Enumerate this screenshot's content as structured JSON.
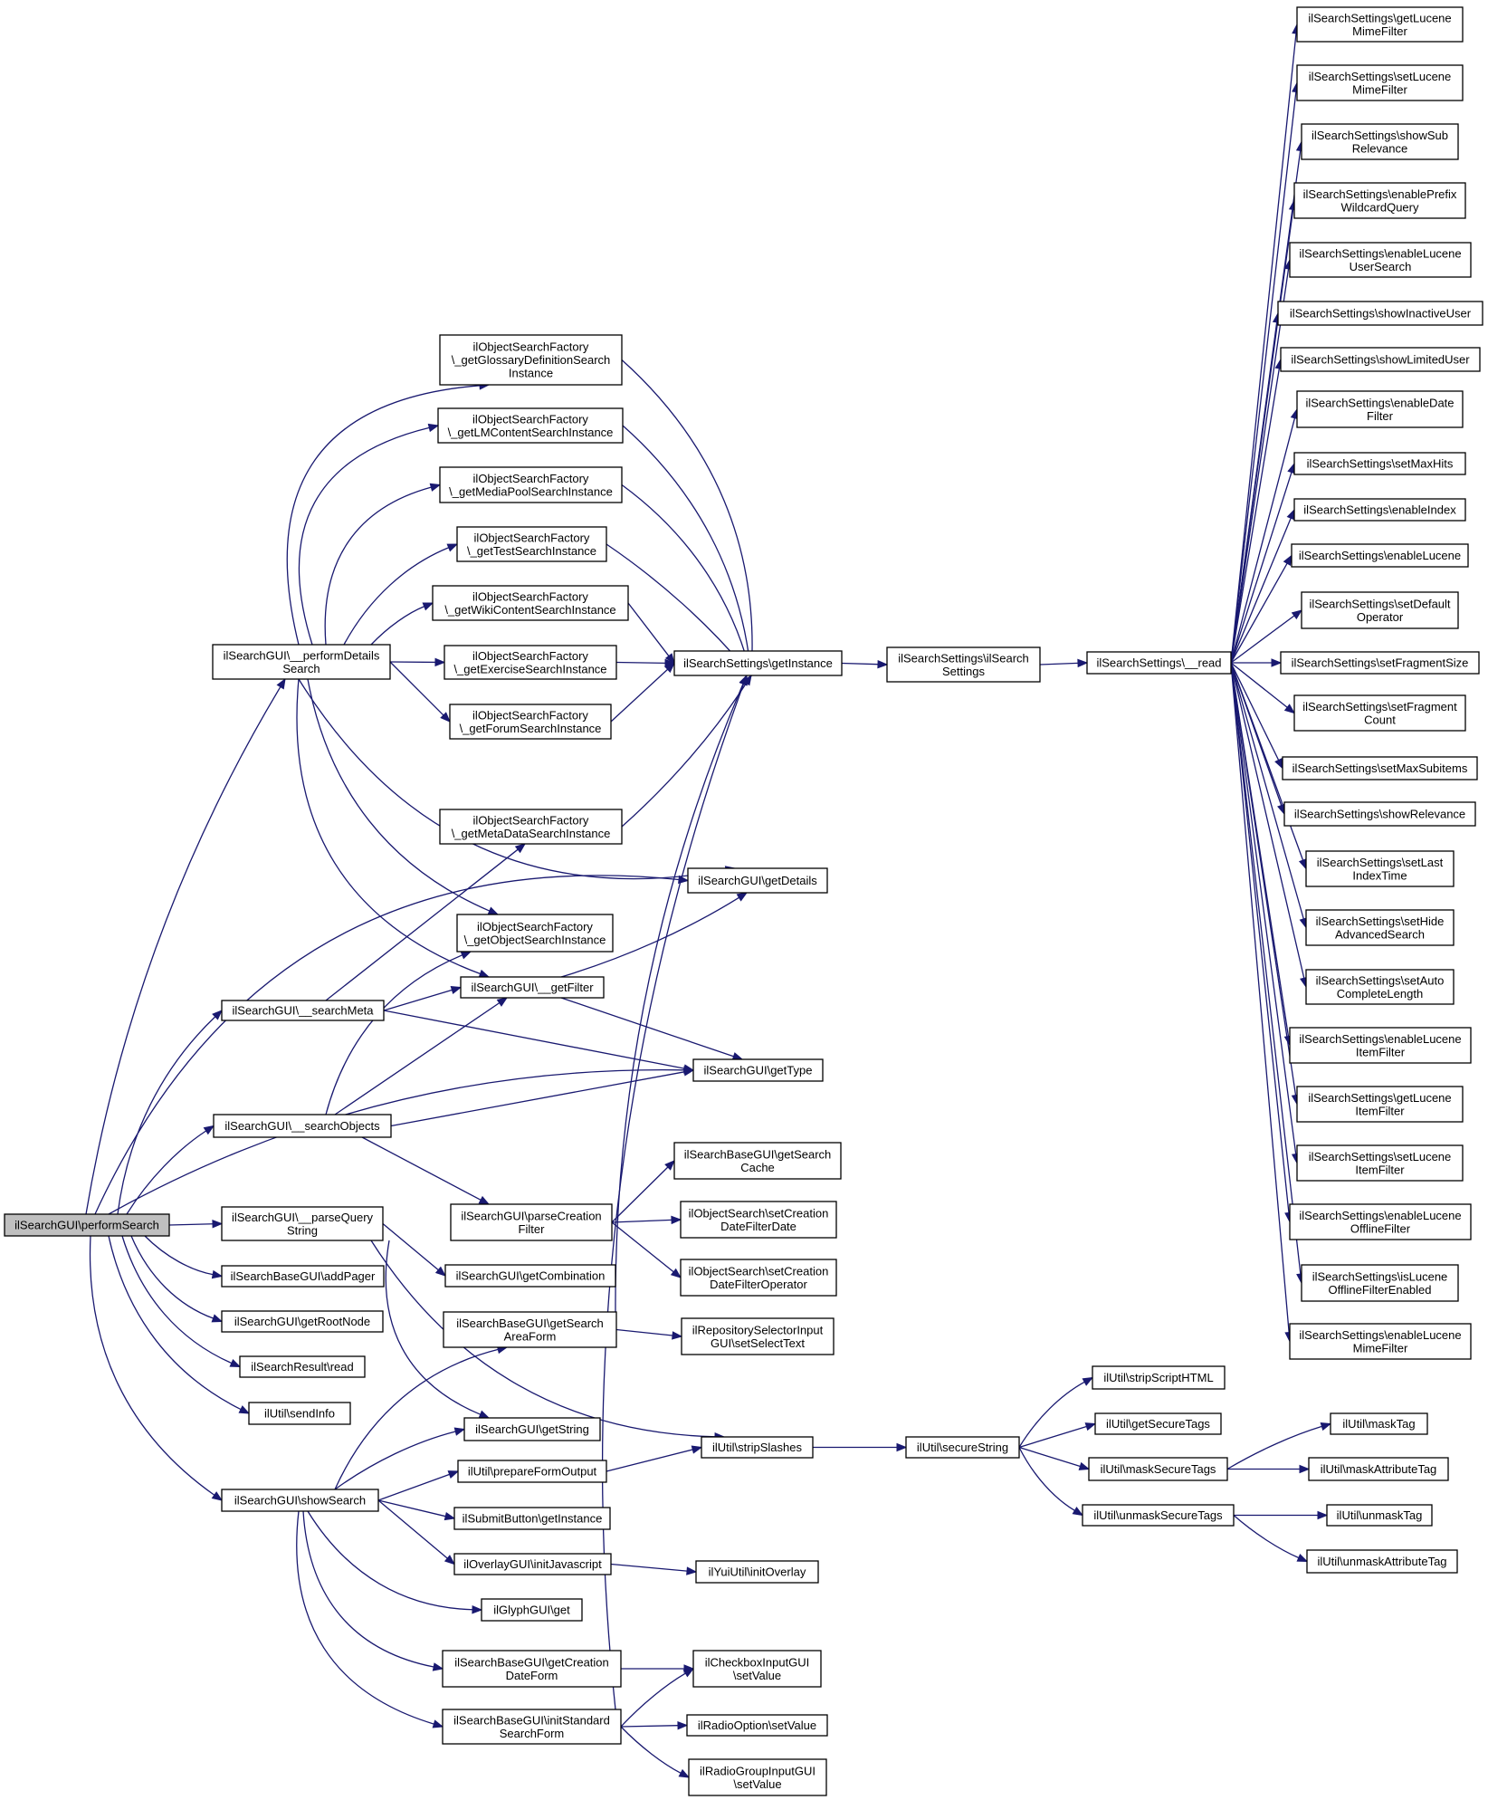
{
  "colors": {
    "edge": "#191970",
    "node_border": "#000000",
    "node_fill": "#ffffff",
    "root_fill": "#bfbfbf"
  },
  "nodes": [
    {
      "id": "perform",
      "lines": [
        "ilSearchGUI\\performSearch"
      ],
      "root": true
    },
    {
      "id": "perfDetails",
      "lines": [
        "ilSearchGUI\\__performDetails",
        "Search"
      ]
    },
    {
      "id": "searchMeta",
      "lines": [
        "ilSearchGUI\\__searchMeta"
      ]
    },
    {
      "id": "searchObjects",
      "lines": [
        "ilSearchGUI\\__searchObjects"
      ]
    },
    {
      "id": "parseQuery",
      "lines": [
        "ilSearchGUI\\__parseQuery",
        "String"
      ]
    },
    {
      "id": "addPager",
      "lines": [
        "ilSearchBaseGUI\\addPager"
      ]
    },
    {
      "id": "getRootNode",
      "lines": [
        "ilSearchGUI\\getRootNode"
      ]
    },
    {
      "id": "resultRead",
      "lines": [
        "ilSearchResult\\read"
      ]
    },
    {
      "id": "sendInfo",
      "lines": [
        "ilUtil\\sendInfo"
      ]
    },
    {
      "id": "showSearch",
      "lines": [
        "ilSearchGUI\\showSearch"
      ]
    },
    {
      "id": "glossary",
      "lines": [
        "ilObjectSearchFactory",
        "\\_getGlossaryDefinitionSearch",
        "Instance"
      ]
    },
    {
      "id": "lmContent",
      "lines": [
        "ilObjectSearchFactory",
        "\\_getLMContentSearchInstance"
      ]
    },
    {
      "id": "mediaPool",
      "lines": [
        "ilObjectSearchFactory",
        "\\_getMediaPoolSearchInstance"
      ]
    },
    {
      "id": "testSearch",
      "lines": [
        "ilObjectSearchFactory",
        "\\_getTestSearchInstance"
      ]
    },
    {
      "id": "wikiContent",
      "lines": [
        "ilObjectSearchFactory",
        "\\_getWikiContentSearchInstance"
      ]
    },
    {
      "id": "exercise",
      "lines": [
        "ilObjectSearchFactory",
        "\\_getExerciseSearchInstance"
      ]
    },
    {
      "id": "forum",
      "lines": [
        "ilObjectSearchFactory",
        "\\_getForumSearchInstance"
      ]
    },
    {
      "id": "metaData",
      "lines": [
        "ilObjectSearchFactory",
        "\\_getMetaDataSearchInstance"
      ]
    },
    {
      "id": "objectSearch",
      "lines": [
        "ilObjectSearchFactory",
        "\\_getObjectSearchInstance"
      ]
    },
    {
      "id": "getFilter",
      "lines": [
        "ilSearchGUI\\__getFilter"
      ]
    },
    {
      "id": "parseCreation",
      "lines": [
        "ilSearchGUI\\parseCreation",
        "Filter"
      ]
    },
    {
      "id": "getCombination",
      "lines": [
        "ilSearchGUI\\getCombination"
      ]
    },
    {
      "id": "getSearchAreaForm",
      "lines": [
        "ilSearchBaseGUI\\getSearch",
        "AreaForm"
      ]
    },
    {
      "id": "getString",
      "lines": [
        "ilSearchGUI\\getString"
      ]
    },
    {
      "id": "prepareFormOutput",
      "lines": [
        "ilUtil\\prepareFormOutput"
      ]
    },
    {
      "id": "submitButton",
      "lines": [
        "ilSubmitButton\\getInstance"
      ]
    },
    {
      "id": "overlayJs",
      "lines": [
        "ilOverlayGUI\\initJavascript"
      ]
    },
    {
      "id": "glyph",
      "lines": [
        "ilGlyphGUI\\get"
      ]
    },
    {
      "id": "getCreationDateForm",
      "lines": [
        "ilSearchBaseGUI\\getCreation",
        "DateForm"
      ]
    },
    {
      "id": "initStandard",
      "lines": [
        "ilSearchBaseGUI\\initStandard",
        "SearchForm"
      ]
    },
    {
      "id": "getInstance",
      "lines": [
        "ilSearchSettings\\getInstance"
      ]
    },
    {
      "id": "getDetails",
      "lines": [
        "ilSearchGUI\\getDetails"
      ]
    },
    {
      "id": "getType",
      "lines": [
        "ilSearchGUI\\getType"
      ]
    },
    {
      "id": "getSearchCache",
      "lines": [
        "ilSearchBaseGUI\\getSearch",
        "Cache"
      ]
    },
    {
      "id": "setCreationDate",
      "lines": [
        "ilObjectSearch\\setCreation",
        "DateFilterDate"
      ]
    },
    {
      "id": "setCreationOp",
      "lines": [
        "ilObjectSearch\\setCreation",
        "DateFilterOperator"
      ]
    },
    {
      "id": "repoSelector",
      "lines": [
        "ilRepositorySelectorInput",
        "GUI\\setSelectText"
      ]
    },
    {
      "id": "stripSlashes",
      "lines": [
        "ilUtil\\stripSlashes"
      ]
    },
    {
      "id": "initOverlay",
      "lines": [
        "ilYuiUtil\\initOverlay"
      ]
    },
    {
      "id": "checkbox",
      "lines": [
        "ilCheckboxInputGUI",
        "\\setValue"
      ]
    },
    {
      "id": "radioOption",
      "lines": [
        "ilRadioOption\\setValue"
      ]
    },
    {
      "id": "radioGroup",
      "lines": [
        "ilRadioGroupInputGUI",
        "\\setValue"
      ]
    },
    {
      "id": "settingsCtor",
      "lines": [
        "ilSearchSettings\\ilSearch",
        "Settings"
      ]
    },
    {
      "id": "read",
      "lines": [
        "ilSearchSettings\\__read"
      ]
    },
    {
      "id": "secureString",
      "lines": [
        "ilUtil\\secureString"
      ]
    },
    {
      "id": "stripScript",
      "lines": [
        "ilUtil\\stripScriptHTML"
      ]
    },
    {
      "id": "getSecureTags",
      "lines": [
        "ilUtil\\getSecureTags"
      ]
    },
    {
      "id": "maskSecure",
      "lines": [
        "ilUtil\\maskSecureTags"
      ]
    },
    {
      "id": "unmaskSecure",
      "lines": [
        "ilUtil\\unmaskSecureTags"
      ]
    },
    {
      "id": "maskTag",
      "lines": [
        "ilUtil\\maskTag"
      ]
    },
    {
      "id": "maskAttr",
      "lines": [
        "ilUtil\\maskAttributeTag"
      ]
    },
    {
      "id": "unmaskTag",
      "lines": [
        "ilUtil\\unmaskTag"
      ]
    },
    {
      "id": "unmaskAttr",
      "lines": [
        "ilUtil\\unmaskAttributeTag"
      ]
    },
    {
      "id": "getLuceneMime",
      "lines": [
        "ilSearchSettings\\getLucene",
        "MimeFilter"
      ]
    },
    {
      "id": "setLuceneMime",
      "lines": [
        "ilSearchSettings\\setLucene",
        "MimeFilter"
      ]
    },
    {
      "id": "showSubRel",
      "lines": [
        "ilSearchSettings\\showSub",
        "Relevance"
      ]
    },
    {
      "id": "enablePrefix",
      "lines": [
        "ilSearchSettings\\enablePrefix",
        "WildcardQuery"
      ]
    },
    {
      "id": "enableLuceneUser",
      "lines": [
        "ilSearchSettings\\enableLucene",
        "UserSearch"
      ]
    },
    {
      "id": "showInactive",
      "lines": [
        "ilSearchSettings\\showInactiveUser"
      ]
    },
    {
      "id": "showLimited",
      "lines": [
        "ilSearchSettings\\showLimitedUser"
      ]
    },
    {
      "id": "enableDate",
      "lines": [
        "ilSearchSettings\\enableDate",
        "Filter"
      ]
    },
    {
      "id": "setMaxHits",
      "lines": [
        "ilSearchSettings\\setMaxHits"
      ]
    },
    {
      "id": "enableIndex",
      "lines": [
        "ilSearchSettings\\enableIndex"
      ]
    },
    {
      "id": "enableLucene",
      "lines": [
        "ilSearchSettings\\enableLucene"
      ]
    },
    {
      "id": "setDefaultOp",
      "lines": [
        "ilSearchSettings\\setDefault",
        "Operator"
      ]
    },
    {
      "id": "setFragSize",
      "lines": [
        "ilSearchSettings\\setFragmentSize"
      ]
    },
    {
      "id": "setFragCount",
      "lines": [
        "ilSearchSettings\\setFragment",
        "Count"
      ]
    },
    {
      "id": "setMaxSub",
      "lines": [
        "ilSearchSettings\\setMaxSubitems"
      ]
    },
    {
      "id": "showRel",
      "lines": [
        "ilSearchSettings\\showRelevance"
      ]
    },
    {
      "id": "setLastIndex",
      "lines": [
        "ilSearchSettings\\setLast",
        "IndexTime"
      ]
    },
    {
      "id": "setHideAdv",
      "lines": [
        "ilSearchSettings\\setHide",
        "AdvancedSearch"
      ]
    },
    {
      "id": "setAutoComplete",
      "lines": [
        "ilSearchSettings\\setAuto",
        "CompleteLength"
      ]
    },
    {
      "id": "enableLuceneItem",
      "lines": [
        "ilSearchSettings\\enableLucene",
        "ItemFilter"
      ]
    },
    {
      "id": "getLuceneItem",
      "lines": [
        "ilSearchSettings\\getLucene",
        "ItemFilter"
      ]
    },
    {
      "id": "setLuceneItem",
      "lines": [
        "ilSearchSettings\\setLucene",
        "ItemFilter"
      ]
    },
    {
      "id": "enableLuceneOffline",
      "lines": [
        "ilSearchSettings\\enableLucene",
        "OfflineFilter"
      ]
    },
    {
      "id": "isLuceneOffline",
      "lines": [
        "ilSearchSettings\\isLucene",
        "OfflineFilterEnabled"
      ]
    },
    {
      "id": "enableLuceneMime",
      "lines": [
        "ilSearchSettings\\enableLucene",
        "MimeFilter"
      ]
    }
  ],
  "edges": [
    [
      "perform",
      "perfDetails"
    ],
    [
      "perform",
      "getDetails"
    ],
    [
      "perform",
      "searchMeta"
    ],
    [
      "perform",
      "searchObjects"
    ],
    [
      "perform",
      "getType"
    ],
    [
      "perform",
      "parseQuery"
    ],
    [
      "perform",
      "addPager"
    ],
    [
      "perform",
      "getRootNode"
    ],
    [
      "perform",
      "resultRead"
    ],
    [
      "perform",
      "sendInfo"
    ],
    [
      "perform",
      "showSearch"
    ],
    [
      "perfDetails",
      "glossary"
    ],
    [
      "perfDetails",
      "lmContent"
    ],
    [
      "perfDetails",
      "mediaPool"
    ],
    [
      "perfDetails",
      "testSearch"
    ],
    [
      "perfDetails",
      "wikiContent"
    ],
    [
      "perfDetails",
      "exercise"
    ],
    [
      "perfDetails",
      "forum"
    ],
    [
      "perfDetails",
      "getDetails"
    ],
    [
      "perfDetails",
      "objectSearch"
    ],
    [
      "perfDetails",
      "getFilter"
    ],
    [
      "glossary",
      "getInstance"
    ],
    [
      "lmContent",
      "getInstance"
    ],
    [
      "mediaPool",
      "getInstance"
    ],
    [
      "testSearch",
      "getInstance"
    ],
    [
      "wikiContent",
      "getInstance"
    ],
    [
      "exercise",
      "getInstance"
    ],
    [
      "forum",
      "getInstance"
    ],
    [
      "metaData",
      "getInstance"
    ],
    [
      "searchMeta",
      "metaData"
    ],
    [
      "searchMeta",
      "getFilter"
    ],
    [
      "searchMeta",
      "getType"
    ],
    [
      "searchObjects",
      "objectSearch"
    ],
    [
      "searchObjects",
      "getFilter"
    ],
    [
      "searchObjects",
      "getType"
    ],
    [
      "searchObjects",
      "parseCreation"
    ],
    [
      "getFilter",
      "getDetails"
    ],
    [
      "getFilter",
      "getType"
    ],
    [
      "parseCreation",
      "getSearchCache"
    ],
    [
      "parseCreation",
      "setCreationDate"
    ],
    [
      "parseCreation",
      "setCreationOp"
    ],
    [
      "parseQuery",
      "getCombination"
    ],
    [
      "parseQuery",
      "stripSlashes"
    ],
    [
      "parseQuery",
      "getString"
    ],
    [
      "getSearchAreaForm",
      "getInstance"
    ],
    [
      "getSearchAreaForm",
      "repoSelector"
    ],
    [
      "showSearch",
      "getSearchAreaForm"
    ],
    [
      "showSearch",
      "getString"
    ],
    [
      "showSearch",
      "prepareFormOutput"
    ],
    [
      "showSearch",
      "submitButton"
    ],
    [
      "showSearch",
      "overlayJs"
    ],
    [
      "showSearch",
      "glyph"
    ],
    [
      "showSearch",
      "getCreationDateForm"
    ],
    [
      "showSearch",
      "initStandard"
    ],
    [
      "prepareFormOutput",
      "stripSlashes"
    ],
    [
      "overlayJs",
      "initOverlay"
    ],
    [
      "getCreationDateForm",
      "checkbox"
    ],
    [
      "initStandard",
      "getInstance"
    ],
    [
      "initStandard",
      "checkbox"
    ],
    [
      "initStandard",
      "radioOption"
    ],
    [
      "initStandard",
      "radioGroup"
    ],
    [
      "getInstance",
      "settingsCtor"
    ],
    [
      "settingsCtor",
      "read"
    ],
    [
      "stripSlashes",
      "secureString"
    ],
    [
      "secureString",
      "stripScript"
    ],
    [
      "secureString",
      "getSecureTags"
    ],
    [
      "secureString",
      "maskSecure"
    ],
    [
      "secureString",
      "unmaskSecure"
    ],
    [
      "maskSecure",
      "maskTag"
    ],
    [
      "maskSecure",
      "maskAttr"
    ],
    [
      "unmaskSecure",
      "unmaskTag"
    ],
    [
      "unmaskSecure",
      "unmaskAttr"
    ],
    [
      "read",
      "getLuceneMime"
    ],
    [
      "read",
      "setLuceneMime"
    ],
    [
      "read",
      "showSubRel"
    ],
    [
      "read",
      "enablePrefix"
    ],
    [
      "read",
      "enableLuceneUser"
    ],
    [
      "read",
      "showInactive"
    ],
    [
      "read",
      "showLimited"
    ],
    [
      "read",
      "enableDate"
    ],
    [
      "read",
      "setMaxHits"
    ],
    [
      "read",
      "enableIndex"
    ],
    [
      "read",
      "enableLucene"
    ],
    [
      "read",
      "setDefaultOp"
    ],
    [
      "read",
      "setFragSize"
    ],
    [
      "read",
      "setFragCount"
    ],
    [
      "read",
      "setMaxSub"
    ],
    [
      "read",
      "showRel"
    ],
    [
      "read",
      "setLastIndex"
    ],
    [
      "read",
      "setHideAdv"
    ],
    [
      "read",
      "setAutoComplete"
    ],
    [
      "read",
      "enableLuceneItem"
    ],
    [
      "read",
      "getLuceneItem"
    ],
    [
      "read",
      "setLuceneItem"
    ],
    [
      "read",
      "enableLuceneOffline"
    ],
    [
      "read",
      "isLuceneOffline"
    ],
    [
      "read",
      "enableLuceneMime"
    ]
  ]
}
